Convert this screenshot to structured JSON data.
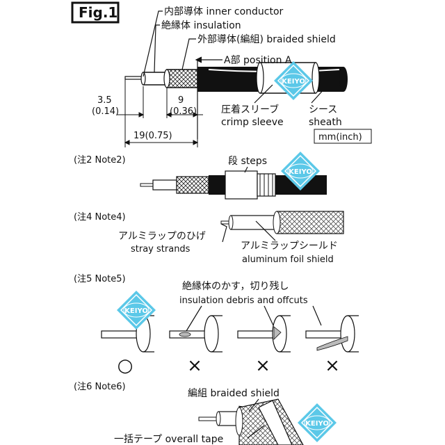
{
  "fig_label": "Fig.1",
  "fig1": {
    "inner_conductor": "内部導体  inner conductor",
    "insulation": "絶縁体  insulation",
    "braided_shield": "外部導体(編組)  braided shield",
    "position_a": "A部 position A",
    "dim1": "3.5",
    "dim1_inch": "(0.14)",
    "dim2": "9",
    "dim2_inch": "(0.36)",
    "dim3": "19(0.75)",
    "crimp_jp": "圧着スリーブ",
    "crimp_en": "crimp sleeve",
    "sheath_jp": "シース",
    "sheath_en": "sheath",
    "unit": "mm(inch)"
  },
  "note2": {
    "title": "(注2 Note2)",
    "steps_label": "段  steps"
  },
  "note4": {
    "title": "(注4 Note4)",
    "stray_jp": "アルミラップのひげ",
    "stray_en": "stray strands",
    "foil_jp": "アルミラップシールド",
    "foil_en": "aluminum foil shield"
  },
  "note5": {
    "title": "(注5 Note5)",
    "debris_jp": "絶縁体のかす，切り残し",
    "debris_en": "insulation debris and offcuts",
    "marks": [
      "○",
      "×",
      "×",
      "×"
    ]
  },
  "note6": {
    "title": "(注6 Note6)",
    "braid_label": "編組  braided shield",
    "tape_label": "一括テープ  overall tape"
  },
  "watermark": "KEIYO",
  "colors": {
    "ink": "#111111",
    "watermark": "#5bc8e8"
  }
}
